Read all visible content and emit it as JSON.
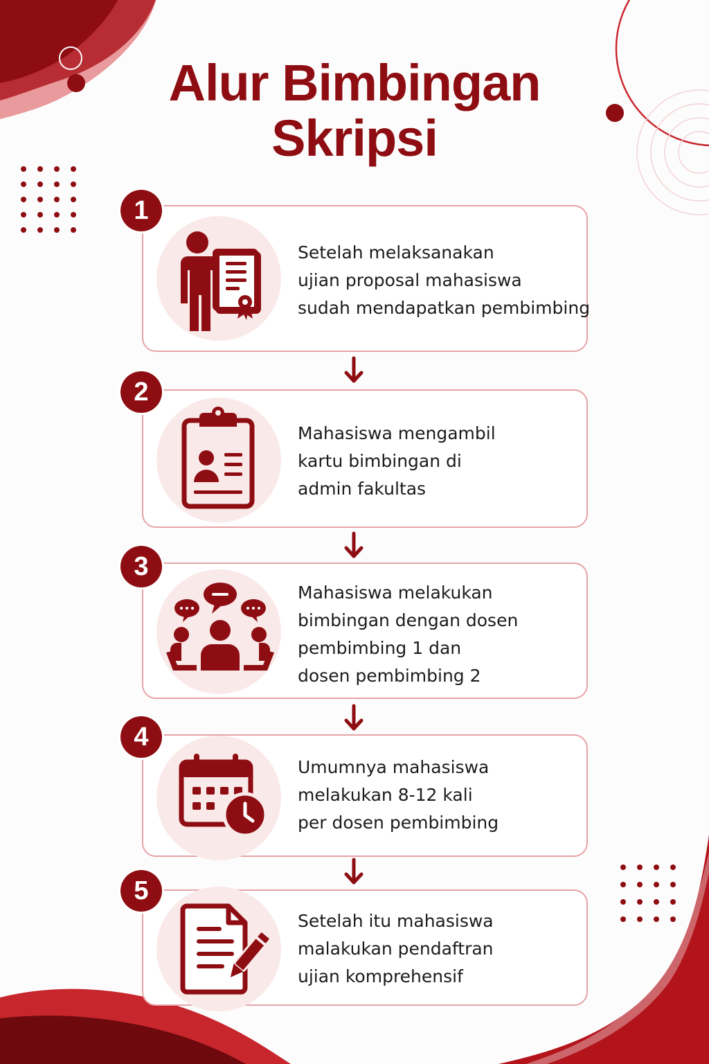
{
  "title": {
    "line1": "Alur Bimbingan",
    "line2": "Skripsi"
  },
  "colors": {
    "primary": "#8e0d12",
    "card_border": "#e6a3a6",
    "icon_bg": "#fae9e9",
    "text": "#1b1b1b"
  },
  "steps": [
    {
      "number": "1",
      "icon": "person-certificate-icon",
      "lines": [
        "Setelah melaksanakan",
        "ujian proposal mahasiswa",
        "sudah mendapatkan pembimbing"
      ]
    },
    {
      "number": "2",
      "icon": "clipboard-id-card-icon",
      "lines": [
        "Mahasiswa mengambil",
        "kartu bimbingan di",
        "admin fakultas"
      ]
    },
    {
      "number": "3",
      "icon": "group-discussion-icon",
      "lines": [
        "Mahasiswa melakukan",
        "bimbingan dengan dosen",
        "pembimbing 1 dan",
        "dosen pembimbing 2"
      ]
    },
    {
      "number": "4",
      "icon": "calendar-clock-icon",
      "lines": [
        "Umumnya mahasiswa",
        "melakukan 8-12 kali",
        "per dosen pembimbing"
      ]
    },
    {
      "number": "5",
      "icon": "document-pen-icon",
      "lines": [
        "Setelah itu mahasiswa",
        "malakukan pendaftran",
        "ujian komprehensif"
      ]
    }
  ]
}
